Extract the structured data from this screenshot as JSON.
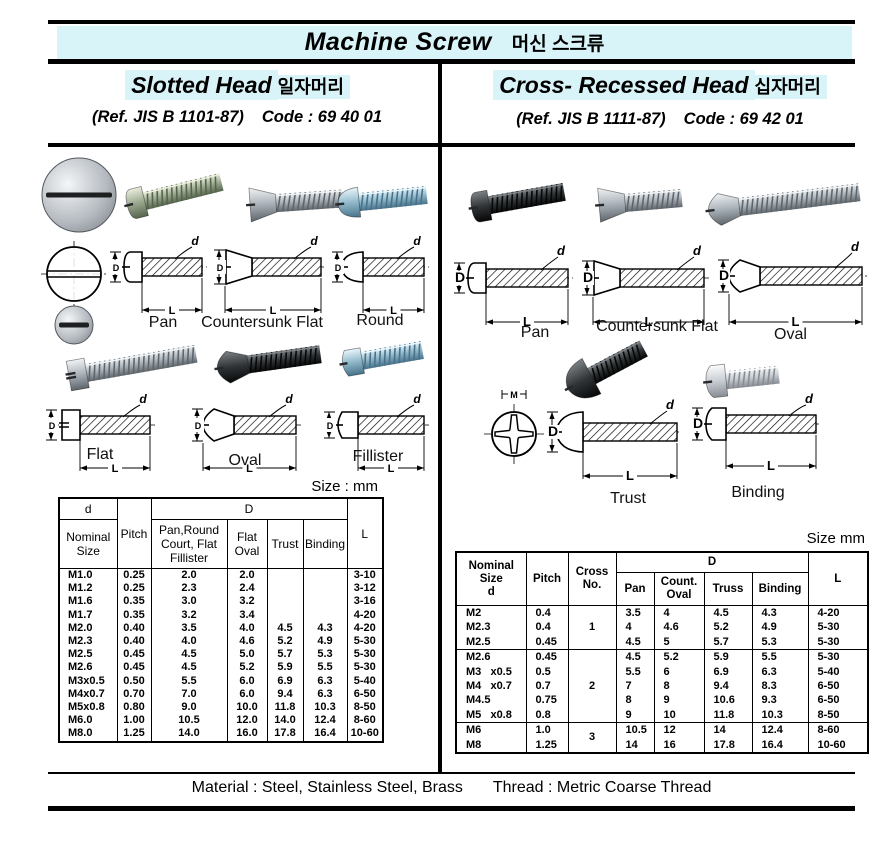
{
  "page": {
    "title_en": "Machine Screw",
    "title_ko": "머신 스크류",
    "footer": {
      "material": "Material : Steel, Stainless Steel, Brass",
      "thread": "Thread : Metric Coarse Thread"
    }
  },
  "dims": {
    "d": "d",
    "D": "D",
    "L": "L",
    "M": "M"
  },
  "left": {
    "heading_en": "Slotted Head",
    "heading_ko": "일자머리",
    "ref": "(Ref. JIS B 1101-87)",
    "code": "Code : 69 40 01",
    "size_note": "Size : mm",
    "labels": {
      "pan": "Pan",
      "csk": "Countersunk Flat",
      "round": "Round",
      "flat": "Flat",
      "oval": "Oval",
      "fillister": "Fillister"
    },
    "table": {
      "h_d": "d",
      "h_nominal": "Nominal\nSize",
      "h_pitch": "Pitch",
      "h_D": "D",
      "h_pan": "Pan,Round\nCourt, Flat\nFillister",
      "h_flat_oval": "Flat\nOval",
      "h_trust": "Trust",
      "h_binding": "Binding",
      "h_L": "L",
      "rows": [
        [
          "M1.0",
          "0.25",
          "2.0",
          "2.0",
          "",
          "",
          "3-10"
        ],
        [
          "M1.2",
          "0.25",
          "2.3",
          "2.4",
          "",
          "",
          "3-12"
        ],
        [
          "M1.6",
          "0.35",
          "3.0",
          "3.2",
          "",
          "",
          "3-16"
        ],
        [
          "M1.7",
          "0.35",
          "3.2",
          "3.4",
          "",
          "",
          "4-20"
        ],
        [
          "M2.0",
          "0.40",
          "3.5",
          "4.0",
          "4.5",
          "4.3",
          "4-20"
        ],
        [
          "M2.3",
          "0.40",
          "4.0",
          "4.6",
          "5.2",
          "4.9",
          "5-30"
        ],
        [
          "M2.5",
          "0.45",
          "4.5",
          "5.0",
          "5.7",
          "5.3",
          "5-30"
        ],
        [
          "M2.6",
          "0.45",
          "4.5",
          "5.2",
          "5.9",
          "5.5",
          "5-30"
        ],
        [
          "M3x0.5",
          "0.50",
          "5.5",
          "6.0",
          "6.9",
          "6.3",
          "5-40"
        ],
        [
          "M4x0.7",
          "0.70",
          "7.0",
          "6.0",
          "9.4",
          "6.3",
          "6-50"
        ],
        [
          "M5x0.8",
          "0.80",
          "9.0",
          "10.0",
          "11.8",
          "10.3",
          "8-50"
        ],
        [
          "M6.0",
          "1.00",
          "10.5",
          "12.0",
          "14.0",
          "12.4",
          "8-60"
        ],
        [
          "M8.0",
          "1.25",
          "14.0",
          "16.0",
          "17.8",
          "16.4",
          "10-60"
        ]
      ]
    }
  },
  "right": {
    "heading_en": "Cross- Recessed Head",
    "heading_ko": "십자머리",
    "ref": "(Ref. JIS B 1111-87)",
    "code": "Code : 69 42 01",
    "size_note": "Size mm",
    "labels": {
      "pan": "Pan",
      "csk": "Countersunk Flat",
      "oval": "Oval",
      "trust": "Trust",
      "binding": "Binding"
    },
    "table": {
      "h_nominal": "Nominal\nSize\nd",
      "h_pitch": "Pitch",
      "h_cross": "Cross\nNo.",
      "h_D": "D",
      "h_pan": "Pan",
      "h_count_oval": "Count.\nOval",
      "h_truss": "Truss",
      "h_binding": "Binding",
      "h_L": "L",
      "groups": [
        {
          "cross": "1",
          "rows": [
            [
              "M2",
              "0.4",
              "3.5",
              "4",
              "4.5",
              "4.3",
              "4-20"
            ],
            [
              "M2.3",
              "0.4",
              "4",
              "4.6",
              "5.2",
              "4.9",
              "5-30"
            ],
            [
              "M2.5",
              "0.45",
              "4.5",
              "5",
              "5.7",
              "5.3",
              "5-30"
            ]
          ]
        },
        {
          "cross": "2",
          "rows": [
            [
              "M2.6",
              "0.45",
              "4.5",
              "5.2",
              "5.9",
              "5.5",
              "5-30"
            ],
            [
              "M3   x0.5",
              "0.5",
              "5.5",
              "6",
              "6.9",
              "6.3",
              "5-40"
            ],
            [
              "M4   x0.7",
              "0.7",
              "7",
              "8",
              "9.4",
              "8.3",
              "6-50"
            ],
            [
              "M4.5",
              "0.75",
              "8",
              "9",
              "10.6",
              "9.3",
              "6-50"
            ],
            [
              "M5   x0.8",
              "0.8",
              "9",
              "10",
              "11.8",
              "10.3",
              "8-50"
            ]
          ]
        },
        {
          "cross": "3",
          "rows": [
            [
              "M6",
              "1.0",
              "10.5",
              "12",
              "14",
              "12.4",
              "8-60"
            ],
            [
              "M8",
              "1.25",
              "14",
              "16",
              "17.8",
              "16.4",
              "10-60"
            ]
          ]
        }
      ]
    }
  }
}
